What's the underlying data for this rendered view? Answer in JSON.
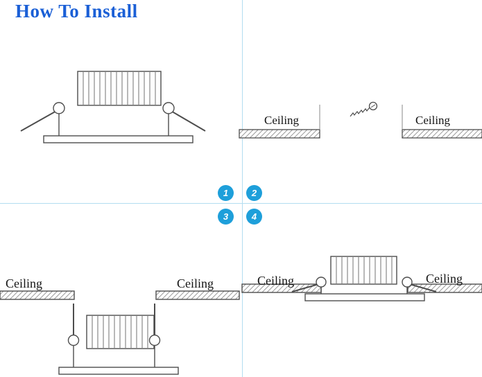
{
  "title": "How To Install",
  "steps": [
    {
      "number": "1",
      "icon": "downlight-spring-clips-extended-icon"
    },
    {
      "number": "2",
      "icon": "ceiling-hole-cutting-icon"
    },
    {
      "number": "3",
      "icon": "downlight-insertion-icon"
    },
    {
      "number": "4",
      "icon": "downlight-installed-icon"
    }
  ],
  "labels": {
    "q2_left": "Ceiling",
    "q2_right": "Ceiling",
    "q3_left": "Ceiling",
    "q3_right": "Ceiling",
    "q4_left": "Ceiling",
    "q4_right": "Ceiling"
  },
  "colors": {
    "title_blue": "#1a5fd6",
    "badge_blue": "#1e9fda",
    "crosshair_blue": "#b3ddf1",
    "diagram_line": "#4d4d4d",
    "label_text": "#141414",
    "background": "#ffffff"
  }
}
